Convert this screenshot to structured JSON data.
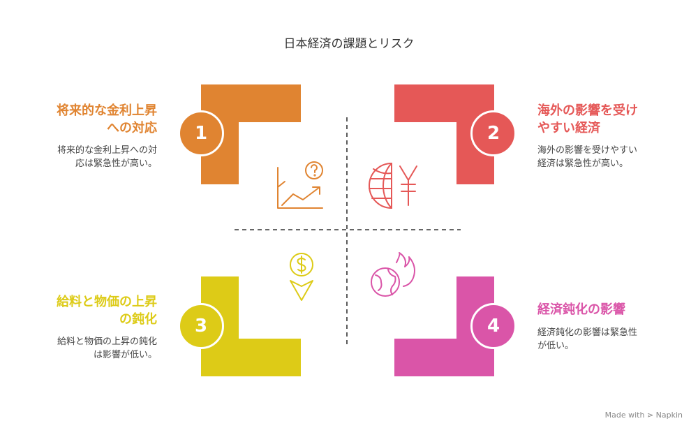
{
  "title": "日本経済の課題とリスク",
  "colors": {
    "q1": "#E08431",
    "q2": "#E55857",
    "q3": "#DDCB17",
    "q4": "#DA55A8",
    "divider": "#333333"
  },
  "quadrants": [
    {
      "number": "1",
      "heading_lines": [
        "将来的な金利上昇",
        "への対応"
      ],
      "desc_lines": [
        "将来的な金利上昇への対",
        "応は緊急性が高い。"
      ]
    },
    {
      "number": "2",
      "heading_lines": [
        "海外の影響を受け",
        "やすい経済"
      ],
      "desc_lines": [
        "海外の影響を受けやすい",
        "経済は緊急性が高い。"
      ]
    },
    {
      "number": "3",
      "heading_lines": [
        "給料と物価の上昇",
        "の鈍化"
      ],
      "desc_lines": [
        "給料と物価の上昇の鈍化",
        "は影響が低い。"
      ]
    },
    {
      "number": "4",
      "heading_lines": [
        "経済鈍化の影響"
      ],
      "desc_lines": [
        "経済鈍化の影響は緊急性",
        "が低い。"
      ]
    }
  ],
  "icons": {
    "q1": "chart-question-icon",
    "q2": "globe-yen-icon",
    "q3": "coin-down-icon",
    "q4": "burning-globe-icon"
  },
  "watermark": "Made with ⋗ Napkin"
}
